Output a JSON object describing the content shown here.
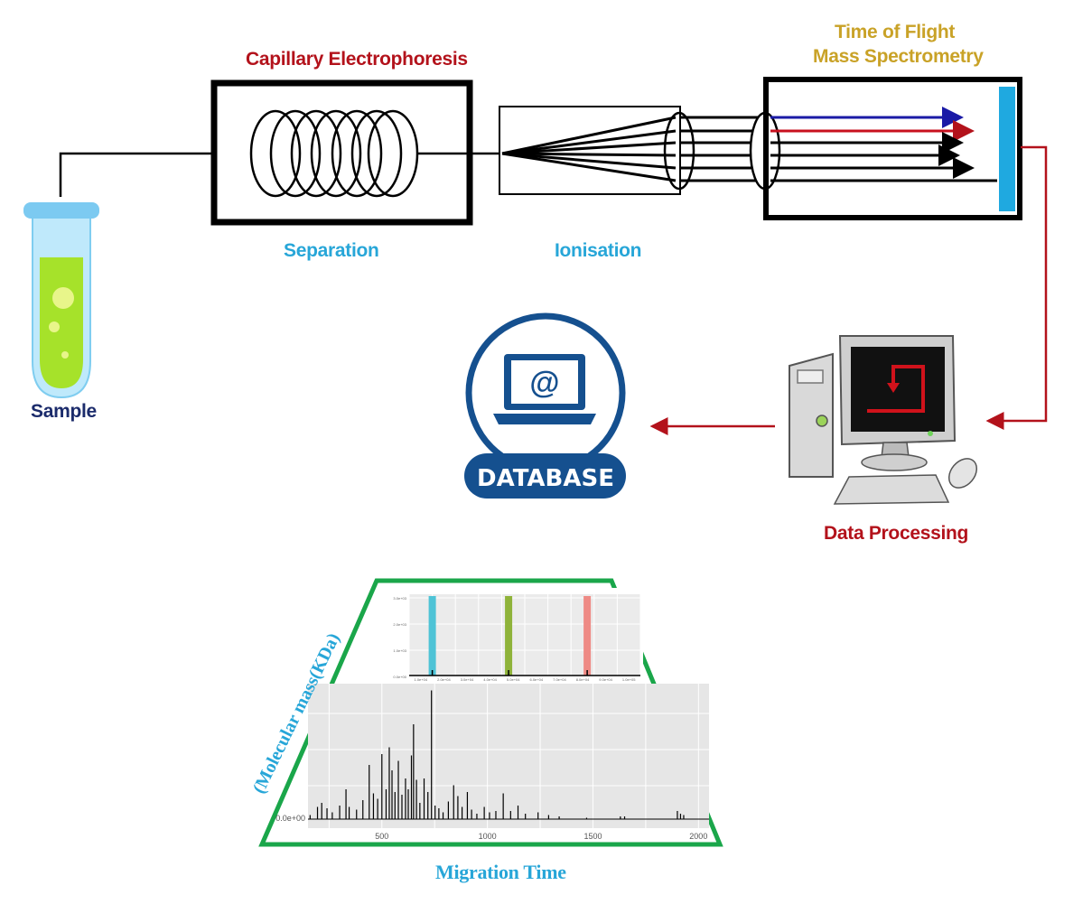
{
  "labels": {
    "ce_title": "Capillary Electrophoresis",
    "tof_line1": "Time of Flight",
    "tof_line2": "Mass Spectrometry",
    "separation": "Separation",
    "ionisation": "Ionisation",
    "sample": "Sample",
    "database": "DATABASE",
    "data_processing": "Data Processing",
    "at_symbol": "@",
    "y_axis": "(Molecular mass(KDa)",
    "x_axis": "Migration Time"
  },
  "colors": {
    "red": "#b3121b",
    "blue": "#27a6d8",
    "gold": "#c9a227",
    "navy": "#1b2b6b",
    "database_blue": "#15508f",
    "frame_green": "#1aa64a",
    "detector": "#1fa9e0",
    "arrow_blue": "#1a1aa6",
    "arrow_red": "#c8101e"
  },
  "icons": [
    "test-tube-icon",
    "laptop-icon",
    "computer-icon",
    "mouse-icon"
  ],
  "chart_data": {
    "type": "bar",
    "x_ticks": [
      "500",
      "1000",
      "1500",
      "2000"
    ],
    "y_tick": "0.0e+00",
    "xlim": [
      150,
      2050
    ],
    "main_peaks": [
      [
        160,
        0.03
      ],
      [
        195,
        0.09
      ],
      [
        215,
        0.12
      ],
      [
        240,
        0.08
      ],
      [
        265,
        0.05
      ],
      [
        300,
        0.1
      ],
      [
        330,
        0.22
      ],
      [
        345,
        0.09
      ],
      [
        380,
        0.07
      ],
      [
        410,
        0.14
      ],
      [
        440,
        0.4
      ],
      [
        460,
        0.19
      ],
      [
        480,
        0.15
      ],
      [
        500,
        0.48
      ],
      [
        520,
        0.22
      ],
      [
        535,
        0.53
      ],
      [
        548,
        0.36
      ],
      [
        562,
        0.2
      ],
      [
        578,
        0.43
      ],
      [
        595,
        0.18
      ],
      [
        612,
        0.3
      ],
      [
        625,
        0.22
      ],
      [
        640,
        0.47
      ],
      [
        650,
        0.7
      ],
      [
        664,
        0.29
      ],
      [
        680,
        0.12
      ],
      [
        700,
        0.3
      ],
      [
        718,
        0.2
      ],
      [
        735,
        0.95
      ],
      [
        752,
        0.1
      ],
      [
        770,
        0.08
      ],
      [
        790,
        0.05
      ],
      [
        815,
        0.13
      ],
      [
        840,
        0.25
      ],
      [
        860,
        0.17
      ],
      [
        880,
        0.09
      ],
      [
        905,
        0.2
      ],
      [
        925,
        0.07
      ],
      [
        950,
        0.04
      ],
      [
        985,
        0.09
      ],
      [
        1010,
        0.05
      ],
      [
        1040,
        0.06
      ],
      [
        1075,
        0.19
      ],
      [
        1110,
        0.06
      ],
      [
        1145,
        0.1
      ],
      [
        1180,
        0.04
      ],
      [
        1240,
        0.05
      ],
      [
        1290,
        0.03
      ],
      [
        1340,
        0.02
      ],
      [
        1470,
        0.01
      ],
      [
        1630,
        0.02
      ],
      [
        1650,
        0.02
      ],
      [
        1900,
        0.06
      ],
      [
        1915,
        0.04
      ],
      [
        1930,
        0.03
      ]
    ],
    "inset_x_ticks": [
      "1.0e+04",
      "2.0e+04",
      "3.0e+04",
      "4.0e+04",
      "5.0e+04",
      "6.0e+04",
      "7.0e+04",
      "8.0e+04",
      "9.0e+04",
      "1.0e+05"
    ],
    "inset_y_ticks": [
      "3.0e+03",
      "2.0e+03",
      "1.0e+03",
      "0.0e+00"
    ],
    "inset_bands": [
      {
        "x": 0.1,
        "color": "#4ec3d6"
      },
      {
        "x": 0.43,
        "color": "#8fb33a"
      },
      {
        "x": 0.77,
        "color": "#ee8a85"
      }
    ]
  }
}
